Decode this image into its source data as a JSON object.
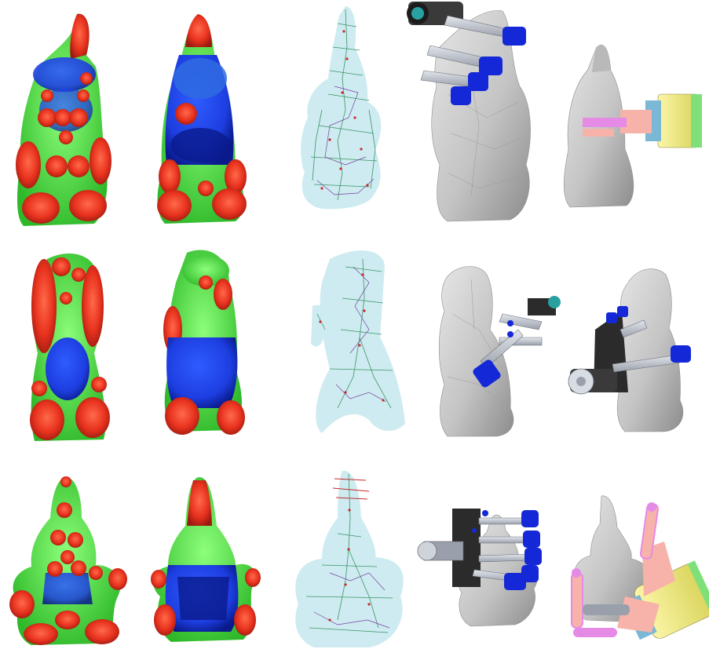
{
  "figure": {
    "columns": [
      "heatmap-front",
      "heatmap-back",
      "medial-skeleton",
      "gripper-grasp-a",
      "gripper-grasp-b"
    ],
    "rows": [
      {
        "object": "gnome"
      },
      {
        "object": "dog"
      },
      {
        "object": "clown"
      }
    ],
    "colors": {
      "heat_red": "#e8321e",
      "heat_green": "#3fe23a",
      "heat_blue": "#1d3ee0",
      "heat_navy": "#0a1a8c",
      "mesh_gray": "#c9c9c9",
      "mesh_dark": "#8d8d8d",
      "gripper_blue": "#1428d8",
      "gripper_steel": "#b7bcc6",
      "gripper_dark": "#2b2b2b",
      "palm_yellow": "#f4ef7a",
      "palm_green": "#7fe07a",
      "finger_pink": "#f7b2aa",
      "finger_magenta": "#e58be6",
      "skeleton_halo": "#cdebf0",
      "skeleton_green": "#2e8b57",
      "skeleton_purple": "#7a3fa0",
      "skeleton_red": "#c8282b"
    }
  }
}
